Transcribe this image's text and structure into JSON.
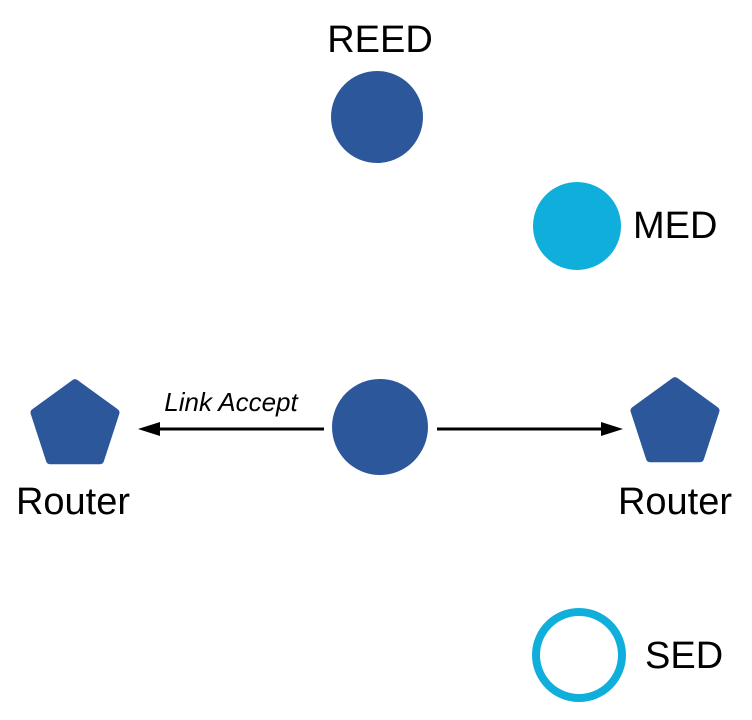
{
  "diagram": {
    "type": "network-topology",
    "background": "#FFFFFF",
    "colors": {
      "node_blue": "#2D579B",
      "node_cyan": "#0FAEDB",
      "arrow_black": "#000000",
      "text_black": "#000000"
    },
    "nodes": [
      {
        "id": "reed",
        "label": "REED",
        "shape": "circle-filled",
        "fill": "#2D579B",
        "label_position": "top"
      },
      {
        "id": "med",
        "label": "MED",
        "shape": "circle-filled",
        "fill": "#0FAEDB",
        "label_position": "right"
      },
      {
        "id": "router-left",
        "label": "Router",
        "shape": "pentagon-filled",
        "fill": "#2D579B",
        "label_position": "bottom"
      },
      {
        "id": "center-joiner",
        "label": "",
        "shape": "circle-filled",
        "fill": "#2D579B",
        "label_position": "none"
      },
      {
        "id": "router-right",
        "label": "Router",
        "shape": "pentagon-filled",
        "fill": "#2D579B",
        "label_position": "bottom"
      },
      {
        "id": "sed",
        "label": "SED",
        "shape": "circle-outline",
        "stroke": "#0FAEDB",
        "label_position": "right"
      }
    ],
    "edges": [
      {
        "from": "center-joiner",
        "to": "router-left",
        "label": "Link Accept",
        "arrow_direction": "left",
        "color": "#000000"
      },
      {
        "from": "center-joiner",
        "to": "router-right",
        "label": "",
        "arrow_direction": "right",
        "color": "#000000"
      }
    ]
  }
}
